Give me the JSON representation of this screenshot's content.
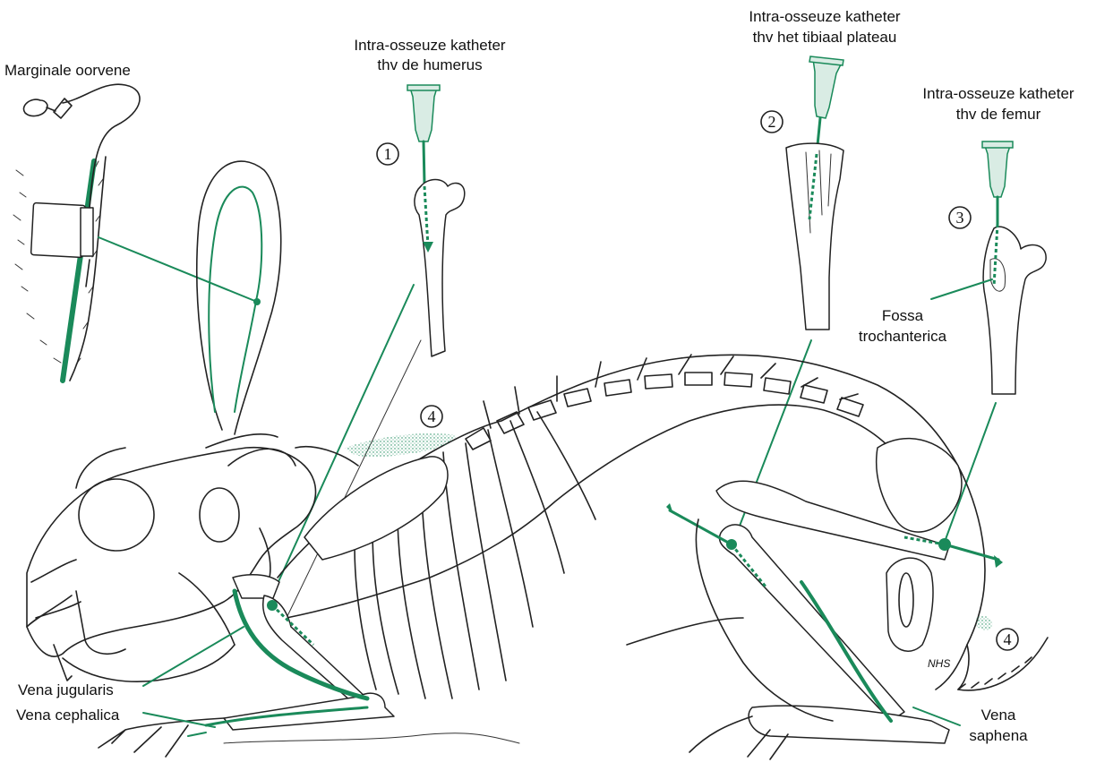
{
  "colors": {
    "accent": "#1a8a5a",
    "ink": "#222222"
  },
  "labels": {
    "marginal_ear_vein": "Marginale oorvene",
    "humerus_line1": "Intra-osseuze katheter",
    "humerus_line2": "thv de humerus",
    "tibial_line1": "Intra-osseuze katheter",
    "tibial_line2": "thv het tibiaal plateau",
    "femur_line1": "Intra-osseuze katheter",
    "femur_line2": "thv de femur",
    "fossa_line1": "Fossa",
    "fossa_line2": "trochanterica",
    "vena_jugularis": "Vena jugularis",
    "vena_cephalica": "Vena cephalica",
    "vena_saphena_line1": "Vena",
    "vena_saphena_line2": "saphena",
    "signature": "NHS"
  },
  "markers": {
    "humerus": "1",
    "tibia": "2",
    "femur": "3",
    "site4_back": "4",
    "site4_tail": "4"
  },
  "icons": [
    "ear-catheter-icon",
    "syringe-icon",
    "humerus-bone-icon",
    "tibia-bone-icon",
    "femur-bone-icon",
    "rabbit-skeleton-icon"
  ]
}
